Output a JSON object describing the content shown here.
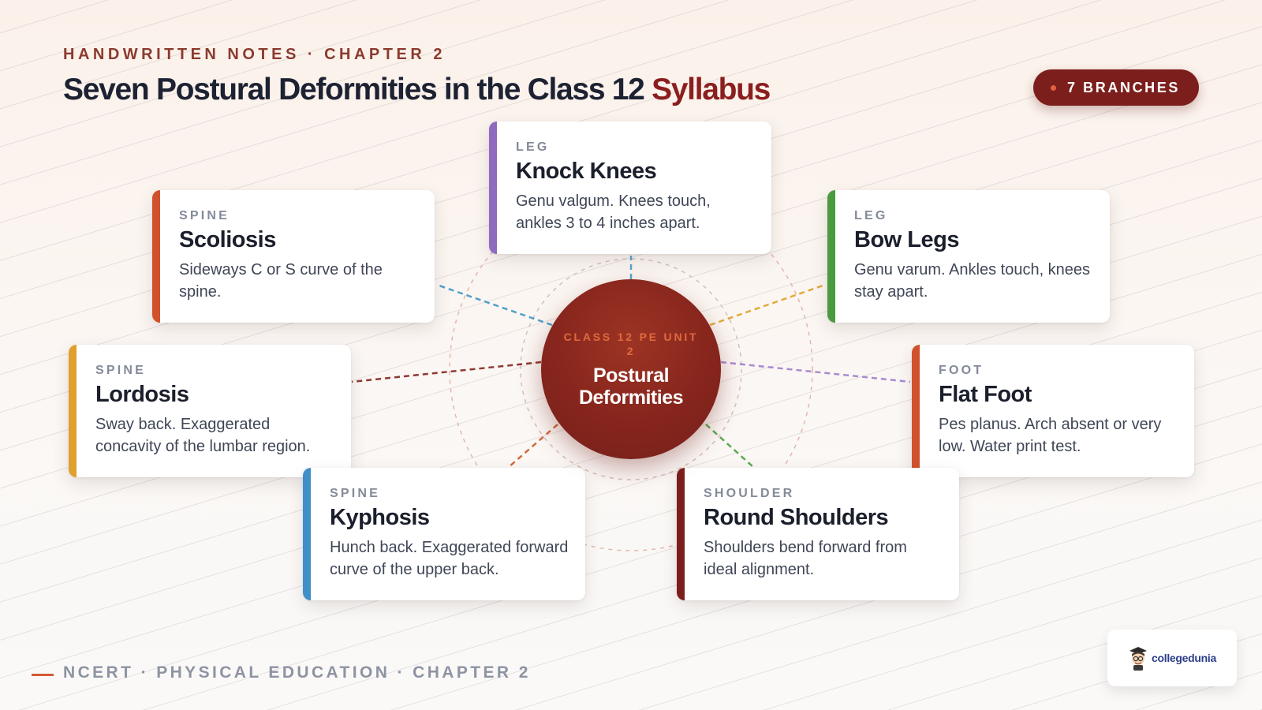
{
  "header": {
    "eyebrow": "HANDWRITTEN NOTES · CHAPTER 2",
    "title_main": "Seven Postural Deformities in the Class 12 ",
    "title_accent": "Syllabus",
    "badge": "7 BRANCHES"
  },
  "hub": {
    "kicker": "CLASS 12 PE UNIT 2",
    "title": "Postural Deformities"
  },
  "branches": [
    {
      "category": "LEG",
      "name": "Knock Knees",
      "description": "Genu valgum. Knees touch, ankles 3 to 4 inches apart.",
      "color": "#8e6bbf",
      "link_color": "#5aa5cf"
    },
    {
      "category": "SPINE",
      "name": "Scoliosis",
      "description": "Sideways C or S curve of the spine.",
      "color": "#d0512c",
      "link_color": "#4fa0cc"
    },
    {
      "category": "LEG",
      "name": "Bow Legs",
      "description": "Genu varum. Ankles touch, knees stay apart.",
      "color": "#4a9a3f",
      "link_color": "#e3a93c"
    },
    {
      "category": "SPINE",
      "name": "Lordosis",
      "description": "Sway back. Exaggerated concavity of the lumbar region.",
      "color": "#e0a02e",
      "link_color": "#8e3a33"
    },
    {
      "category": "FOOT",
      "name": "Flat Foot",
      "description": "Pes planus. Arch absent or very low. Water print test.",
      "color": "#d0512c",
      "link_color": "#a98bd0"
    },
    {
      "category": "SPINE",
      "name": "Kyphosis",
      "description": "Hunch back. Exaggerated forward curve of the upper back.",
      "color": "#3f8fc8",
      "link_color": "#d46a3c"
    },
    {
      "category": "SHOULDER",
      "name": "Round Shoulders",
      "description": "Shoulders bend forward from ideal alignment.",
      "color": "#7c1f1c",
      "link_color": "#5aaa52"
    }
  ],
  "footer": "NCERT · PHYSICAL EDUCATION · CHAPTER 2",
  "logo": {
    "text": "collegedunia"
  }
}
